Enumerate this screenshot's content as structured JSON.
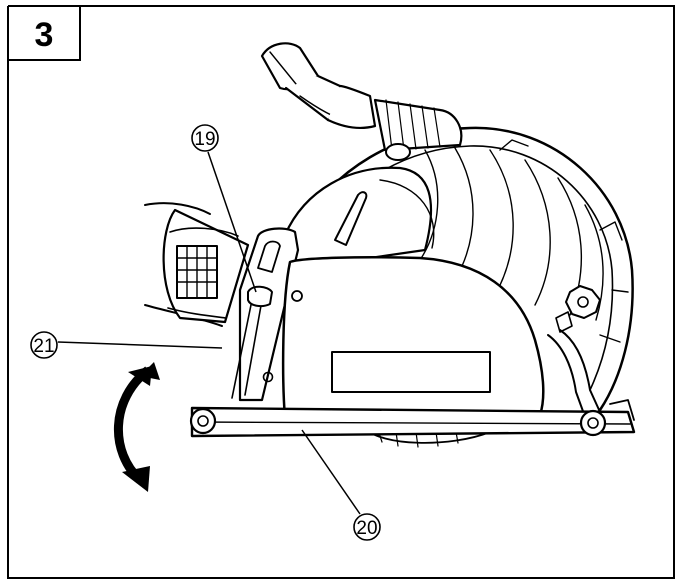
{
  "figure": {
    "number": "3",
    "callouts": [
      {
        "id": "19",
        "text": "19"
      },
      {
        "id": "20",
        "text": "20"
      },
      {
        "id": "21",
        "text": "21"
      }
    ]
  },
  "colors": {
    "ink": "#000000",
    "paper": "#ffffff"
  },
  "icons": {
    "rotation_arrow": "curved-double-arrow-icon"
  }
}
